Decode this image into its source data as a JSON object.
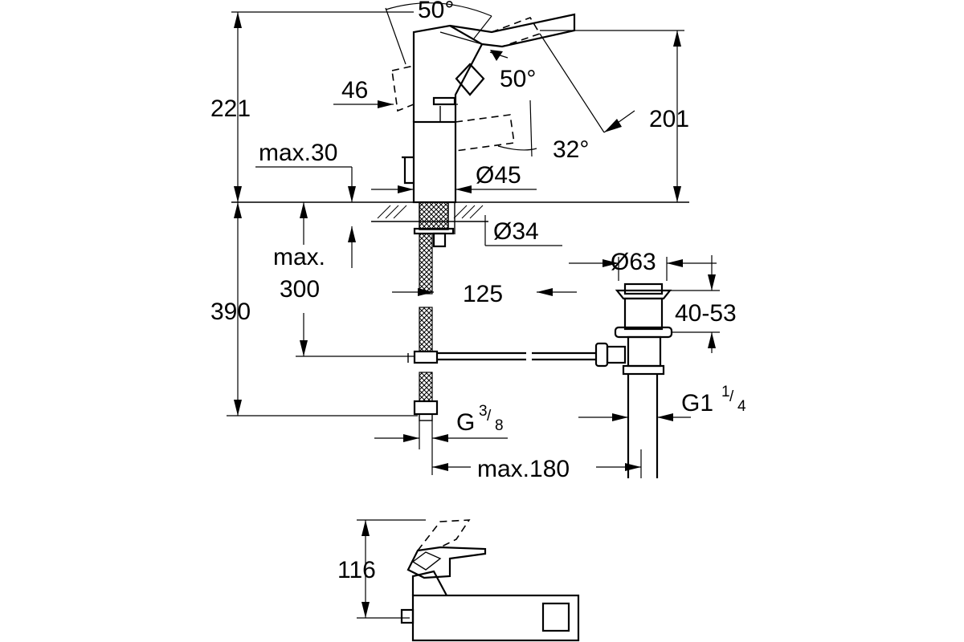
{
  "dimensions": {
    "spout_angle": "50°",
    "lever_angle": "50°",
    "lower_angle": "32°",
    "total_height": "221",
    "spout_height": "201",
    "lever_offset": "46",
    "max_thickness": "max.30",
    "base_diameter": "Ø45",
    "hole_diameter": "Ø34",
    "max_depth_label": "max.",
    "max_depth_value": "300",
    "below_height": "390",
    "rod_length": "125",
    "drain_diameter": "Ø63",
    "drain_range": "40-53",
    "inlet_thread": "G",
    "inlet_num": "3",
    "inlet_den": "8",
    "outlet_thread": "G1",
    "outlet_num": "1",
    "outlet_den": "4",
    "max_distance": "max.180",
    "side_height": "116"
  }
}
